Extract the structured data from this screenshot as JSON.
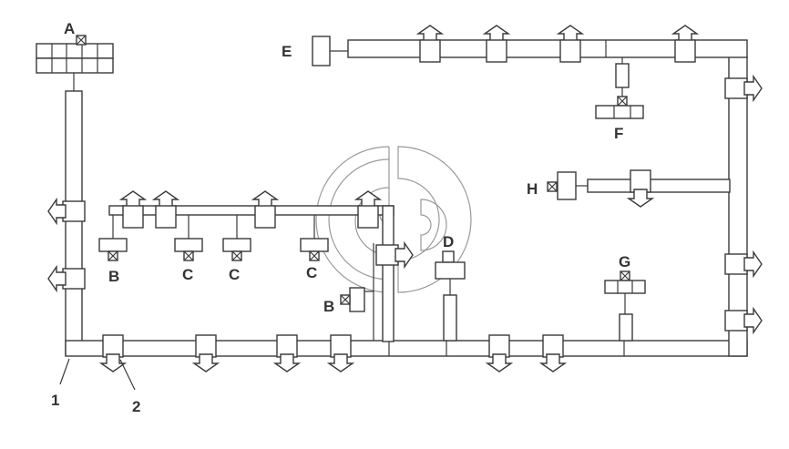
{
  "labels": {
    "a": "A",
    "b_left": "B",
    "c_first": "C",
    "c_second": "C",
    "c_third": "C",
    "b_center": "B",
    "d": "D",
    "e": "E",
    "f": "F",
    "g": "G",
    "h": "H",
    "num_1": "1",
    "num_2": "2"
  },
  "colors": {
    "line": "#3a3a3a",
    "text": "#333333",
    "watermark": "#9a9a9a",
    "background": "#ffffff"
  }
}
